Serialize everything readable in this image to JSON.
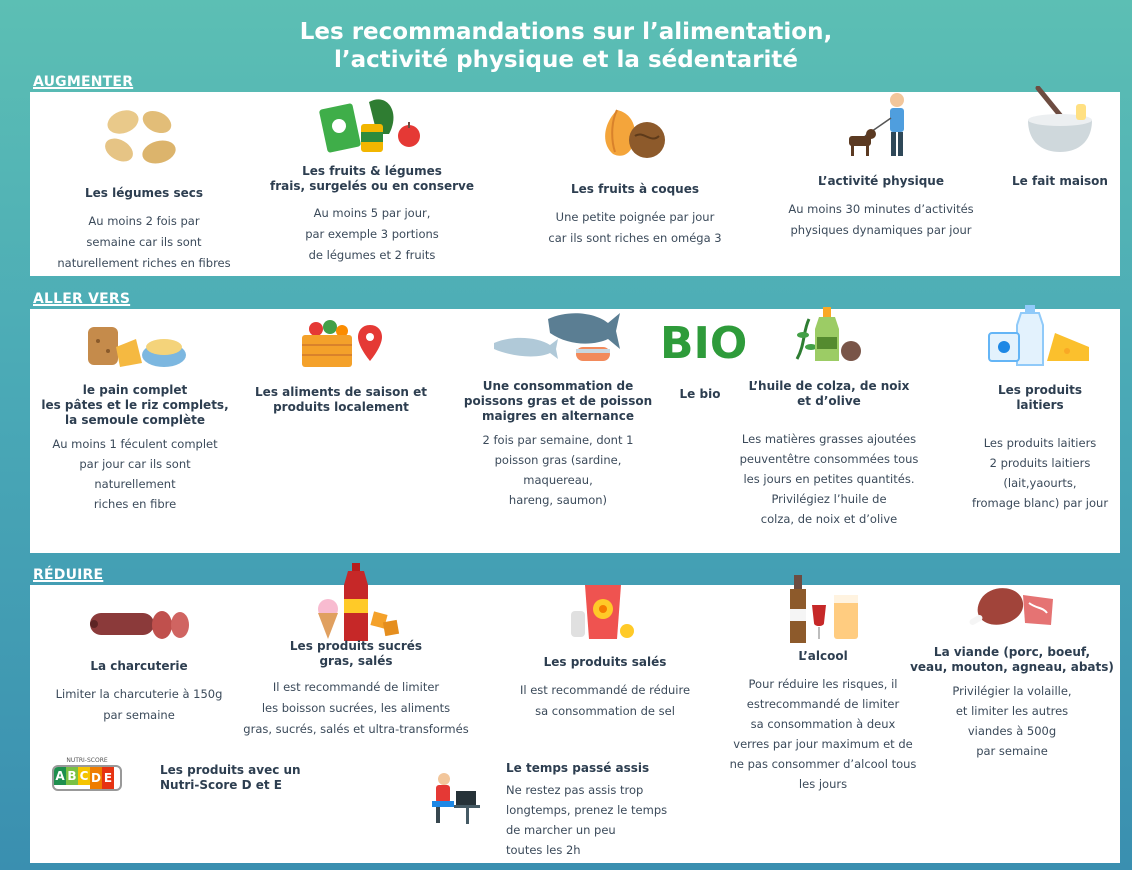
{
  "title": {
    "line1": "Les recommandations sur l’alimentation,",
    "line2": "l’activité physique et la sédentarité"
  },
  "sections": {
    "augmenter": {
      "label": "AUGMENTER",
      "items": [
        {
          "head": "Les légumes secs",
          "lines": [
            "Au moins 2 fois par",
            "semaine car ils sont",
            "naturellement riches en fibres"
          ]
        },
        {
          "head_lines": [
            "Les fruits & légumes",
            "frais, surgelés ou en conserve"
          ],
          "lines": [
            "Au moins 5 par jour,",
            "par exemple 3 portions",
            "de légumes et 2 fruits"
          ]
        },
        {
          "head": "Les fruits à coques",
          "lines": [
            "Une petite poignée par jour",
            "car ils sont riches en oméga 3"
          ]
        },
        {
          "head": "L’activité physique",
          "lines": [
            "Au moins 30 minutes d’activités",
            "physiques dynamiques par jour"
          ]
        },
        {
          "head": "Le fait maison"
        }
      ]
    },
    "aller_vers": {
      "label": "ALLER VERS",
      "items": [
        {
          "head_lines": [
            "le pain complet",
            "les pâtes et le riz complets,",
            "la semoule complète"
          ],
          "lines": [
            "Au moins 1 féculent complet",
            "par jour car ils sont",
            "naturellement",
            "riches en fibre"
          ]
        },
        {
          "head_lines": [
            "Les aliments de saison et",
            "produits localement"
          ]
        },
        {
          "head_lines": [
            "Une consommation de",
            "poissons gras et de poisson",
            "maigres en alternance"
          ],
          "lines": [
            "2 fois par semaine, dont 1",
            "poisson gras (sardine,",
            "maquereau,",
            "hareng, saumon)"
          ]
        },
        {
          "head": "Le bio",
          "logo_text": "BIO"
        },
        {
          "head_lines": [
            "L’huile de colza, de noix",
            "et d’olive"
          ],
          "lines": [
            "Les matières grasses ajoutées",
            "peuventêtre consommées tous",
            "les jours en petites quantités.",
            "Privilégiez l’huile de",
            "colza,  de noix et d’olive"
          ]
        },
        {
          "head_lines": [
            "Les produits",
            "laitiers"
          ],
          "lines": [
            "Les produits laitiers",
            "2 produits laitiers",
            "(lait,yaourts,",
            "fromage blanc) par jour"
          ]
        }
      ]
    },
    "reduire": {
      "label": "RÉDUIRE",
      "items": [
        {
          "head": "La charcuterie",
          "lines": [
            "Limiter la charcuterie à 150g",
            "par semaine"
          ]
        },
        {
          "head_lines": [
            "Les produits sucrés",
            "gras, salés"
          ],
          "lines": [
            "Il est recommandé de limiter",
            "les boisson sucrées, les aliments",
            "gras, sucrés, salés et ultra-transformés"
          ]
        },
        {
          "head": "Les produits salés",
          "lines": [
            "Il est recommandé de réduire",
            "sa consommation de sel"
          ]
        },
        {
          "head": "L’alcool",
          "lines": [
            "Pour réduire les risques, il",
            "estrecommandé de limiter",
            "sa consommation à deux",
            "verres par jour maximum et de",
            "ne pas consommer d’alcool tous",
            "les jours"
          ]
        },
        {
          "head_lines": [
            "La viande (porc, boeuf,",
            "veau, mouton, agneau, abats)"
          ],
          "lines": [
            "Privilégier la volaille,",
            "et limiter les autres",
            "viandes à 500g",
            "par semaine"
          ]
        }
      ],
      "nutri": {
        "badge_caption": "NUTRI-SCORE",
        "letters": [
          "A",
          "B",
          "C",
          "D",
          "E"
        ],
        "colors": [
          "#1e8f4e",
          "#7ac143",
          "#f5c400",
          "#ef7d00",
          "#e63312"
        ],
        "head_lines": [
          "Les produits avec un",
          "Nutri-Score D et E"
        ]
      },
      "temps": {
        "head": "Le temps passé assis",
        "lines": [
          "Ne restez pas assis trop",
          "longtemps, prenez le temps",
          "de marcher un peu",
          "toutes les 2h"
        ]
      }
    }
  },
  "colors": {
    "background_top": "#5cbfb4",
    "background_bottom": "#3a8fb0",
    "panel": "#ffffff",
    "text": "#2d3e50",
    "bio_green": "#2e9b3a"
  }
}
